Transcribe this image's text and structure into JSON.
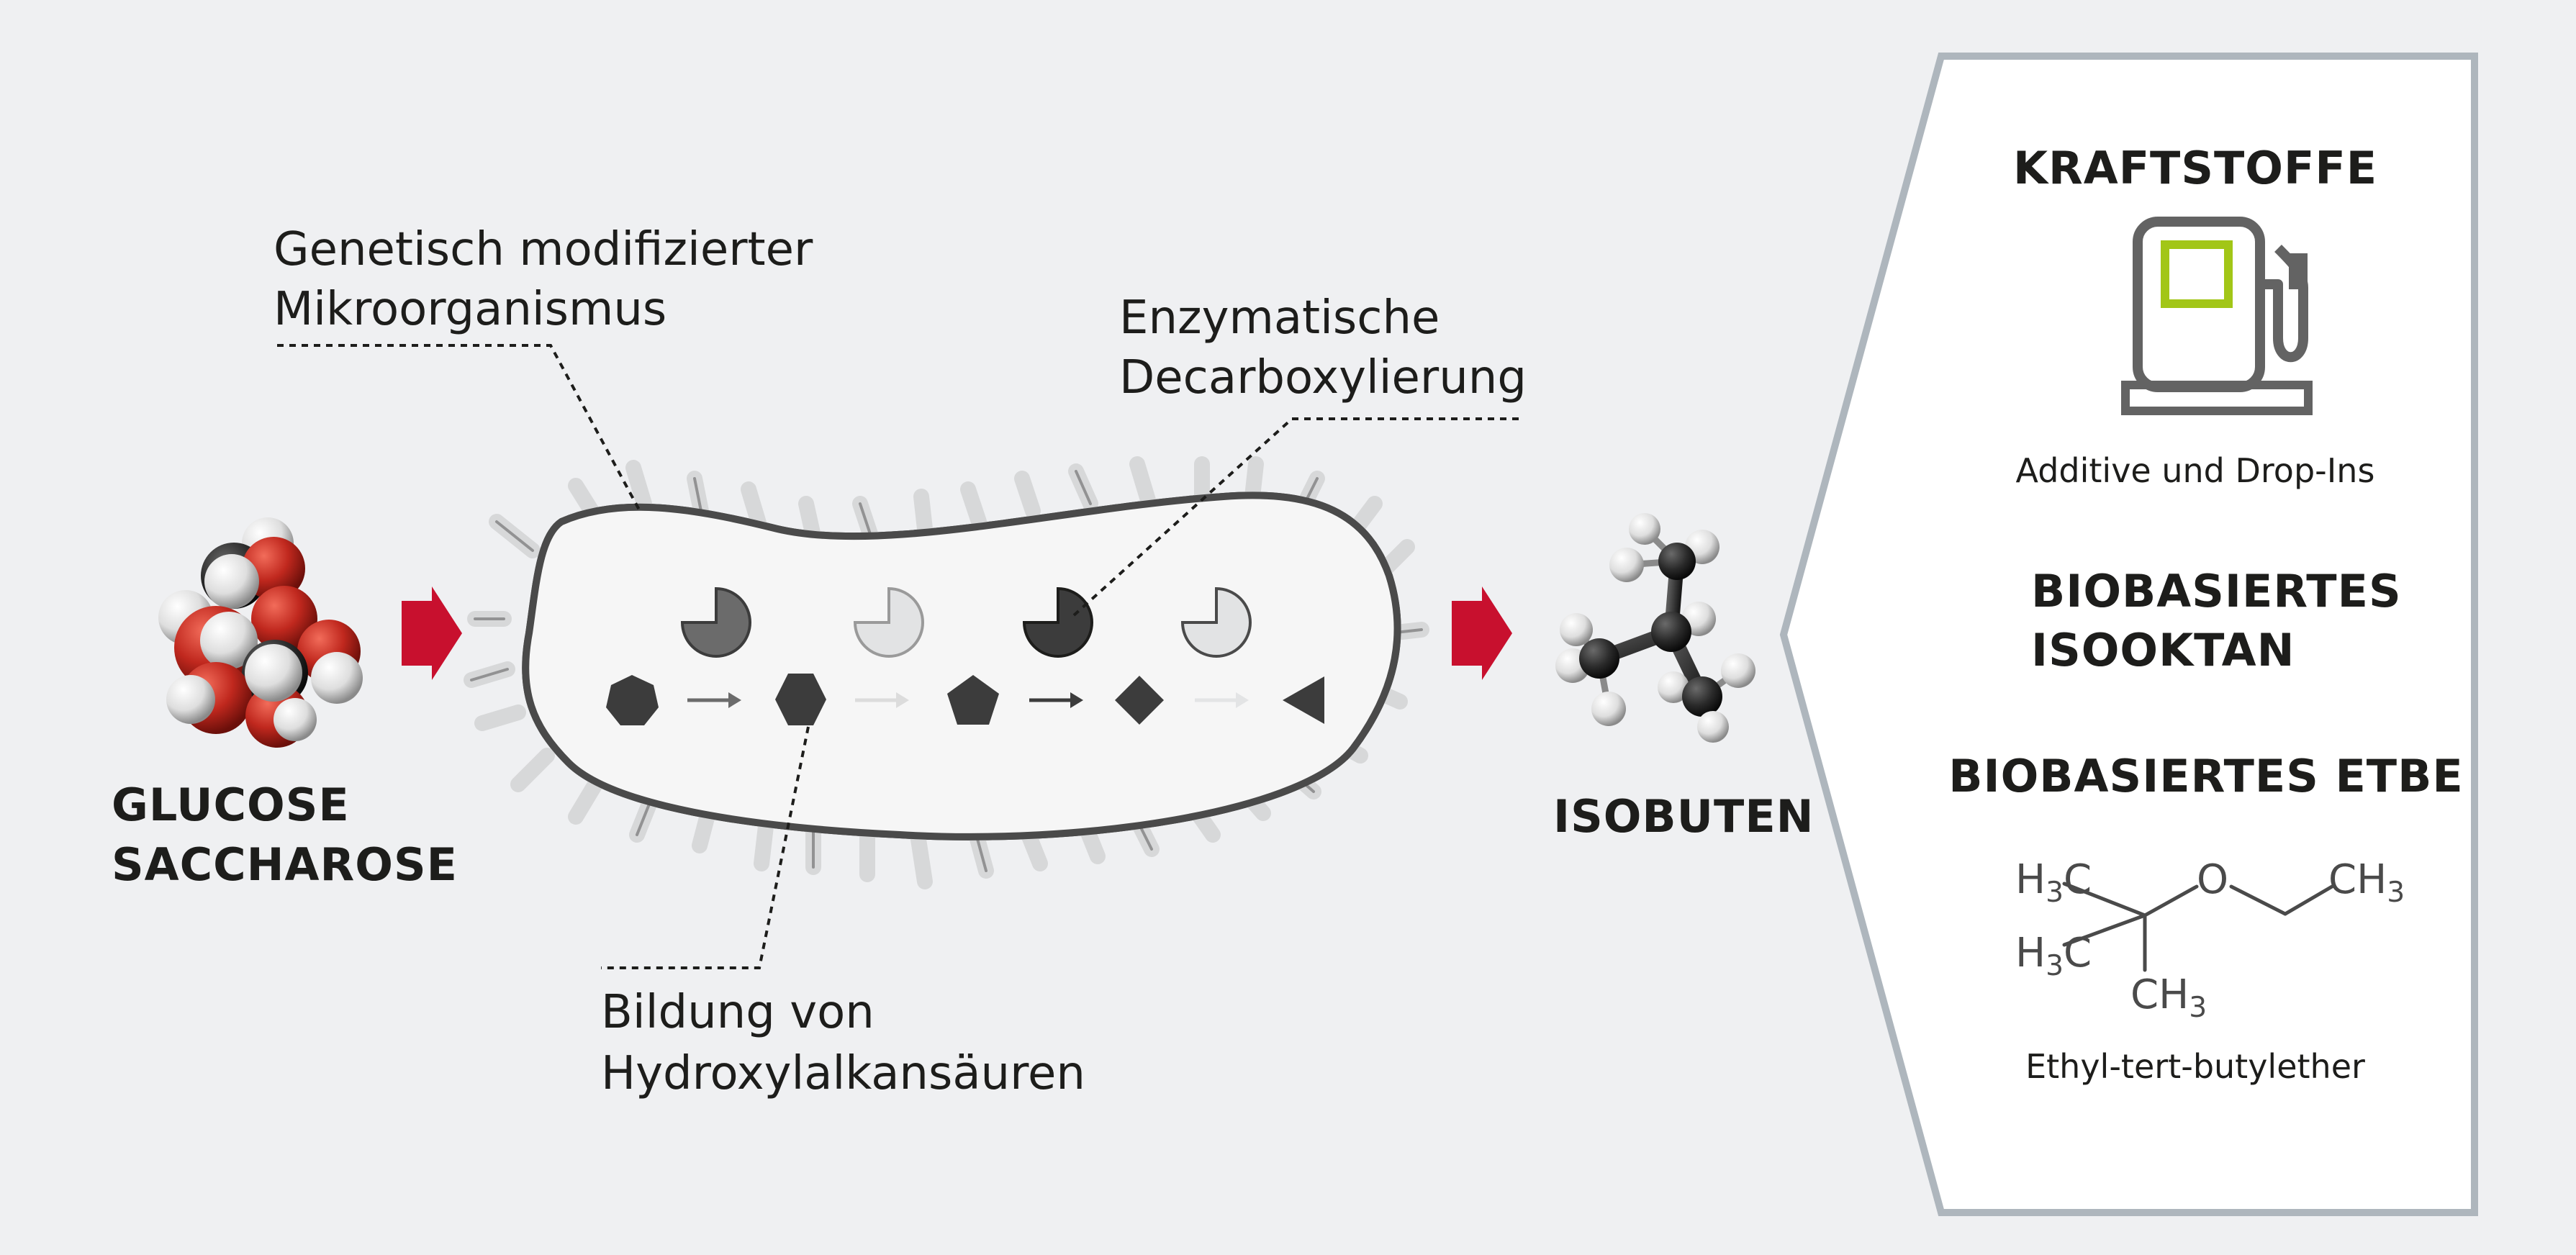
{
  "input": {
    "line1": "GLUCOSE",
    "line2": "SACCHAROSE"
  },
  "callouts": {
    "organism": {
      "line1": "Genetisch modifizierter",
      "line2": "Mikroorganismus"
    },
    "enzyme": {
      "line1": "Enzymatische",
      "line2": "Decarboxylierung"
    },
    "formation": {
      "line1": "Bildung von",
      "line2": "Hydroxylalkansäuren"
    }
  },
  "product": {
    "label": "ISOBUTEN"
  },
  "panel": {
    "fuels": {
      "title": "KRAFTSTOFFE",
      "caption": "Additive und Drop-Ins"
    },
    "isooctane": {
      "line1": "BIOBASIERTES",
      "line2": "ISOOKTAN"
    },
    "etbe": {
      "title": "BIOBASIERTES ETBE",
      "caption": "Ethyl-tert-butylether"
    }
  },
  "formula": {
    "h3c_top": "H3C",
    "h3c_bottom": "H3C",
    "ch3_right": "CH3",
    "ch3_bottom": "CH3",
    "oxygen": "O"
  },
  "colors": {
    "background": "#eff0f2",
    "arrow_red": "#c8102e",
    "dark": "#3c3c3c",
    "pump_accent": "#a2c617",
    "panel_border": "#aeb6bd",
    "atom_oxygen": "#c0281e",
    "atom_carbon": "#2a2a2a",
    "atom_hydrogen": "#f2f2f2"
  }
}
